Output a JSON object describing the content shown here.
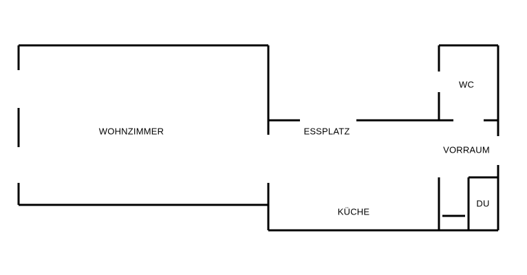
{
  "rooms": {
    "wohnzimmer": "WOHNZIMMER",
    "essplatz": "ESSPLATZ",
    "wc": "WC",
    "vorraum": "VORRAUM",
    "kueche": "KÜCHE",
    "du": "DU"
  },
  "colors": {
    "wall": "#000000",
    "background": "#ffffff"
  }
}
